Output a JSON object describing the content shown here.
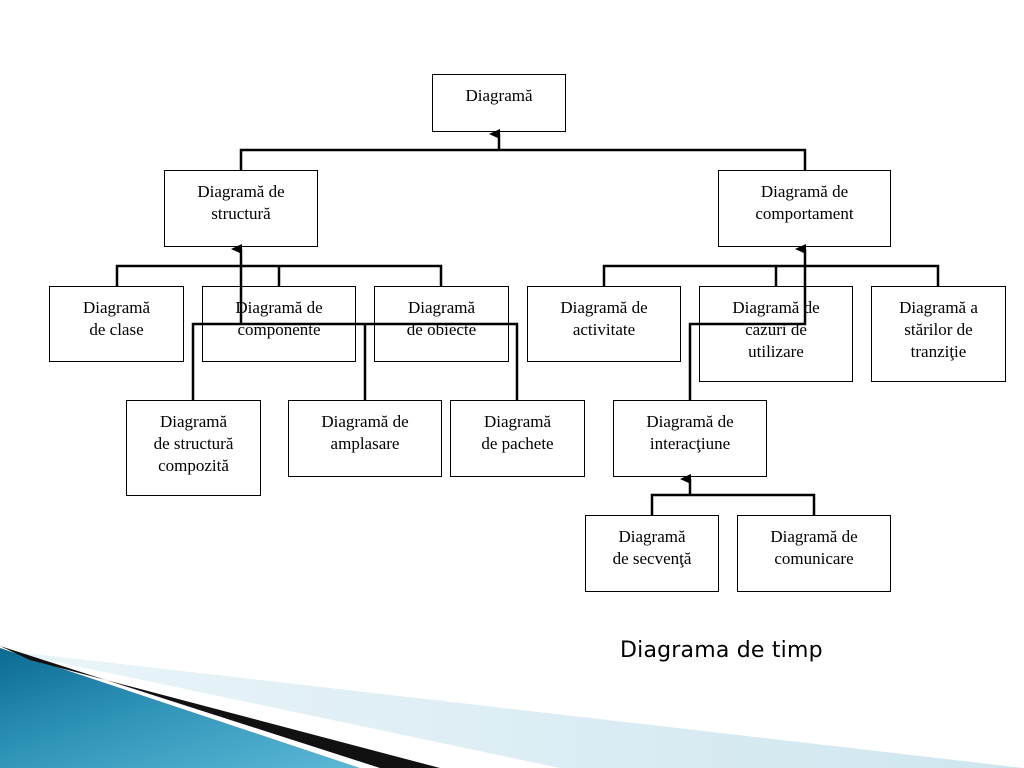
{
  "diagram": {
    "nodes": [
      {
        "id": "root",
        "label": "Diagramă"
      },
      {
        "id": "struct",
        "label": "Diagramă de\nstructură"
      },
      {
        "id": "behav",
        "label": "Diagramă de\ncomportament"
      },
      {
        "id": "class",
        "label": "Diagramă\nde clase"
      },
      {
        "id": "comp",
        "label": "Diagramă de\ncomponente"
      },
      {
        "id": "obj",
        "label": "Diagramă\nde obiecte"
      },
      {
        "id": "act",
        "label": "Diagramă de\nactivitate"
      },
      {
        "id": "uc",
        "label": "Diagramă de\ncazuri de\nutilizare"
      },
      {
        "id": "state",
        "label": "Diagramă a\nstărilor de\ntranziţie"
      },
      {
        "id": "comps",
        "label": "Diagramă\nde structură\ncompozită"
      },
      {
        "id": "depl",
        "label": "Diagramă de\namplasare"
      },
      {
        "id": "pkg",
        "label": "Diagramă\nde pachete"
      },
      {
        "id": "inter",
        "label": "Diagramă de\ninteracţiune"
      },
      {
        "id": "seq",
        "label": "Diagramă\nde secvenţă"
      },
      {
        "id": "comm",
        "label": "Diagramă de\ncomunicare"
      }
    ],
    "edges": [
      {
        "from": "struct",
        "to": "root"
      },
      {
        "from": "behav",
        "to": "root"
      },
      {
        "from": "class",
        "to": "struct"
      },
      {
        "from": "comp",
        "to": "struct"
      },
      {
        "from": "obj",
        "to": "struct"
      },
      {
        "from": "comps",
        "to": "struct"
      },
      {
        "from": "depl",
        "to": "struct"
      },
      {
        "from": "pkg",
        "to": "struct"
      },
      {
        "from": "act",
        "to": "behav"
      },
      {
        "from": "uc",
        "to": "behav"
      },
      {
        "from": "state",
        "to": "behav"
      },
      {
        "from": "inter",
        "to": "behav"
      },
      {
        "from": "seq",
        "to": "inter"
      },
      {
        "from": "comm",
        "to": "inter"
      }
    ]
  },
  "caption": "Diagrama de timp",
  "colors": {
    "line": "#000000",
    "decor_light": "#d5eaf2",
    "decor_mid": "#3aa2c4",
    "decor_dark": "#0a5f86"
  }
}
